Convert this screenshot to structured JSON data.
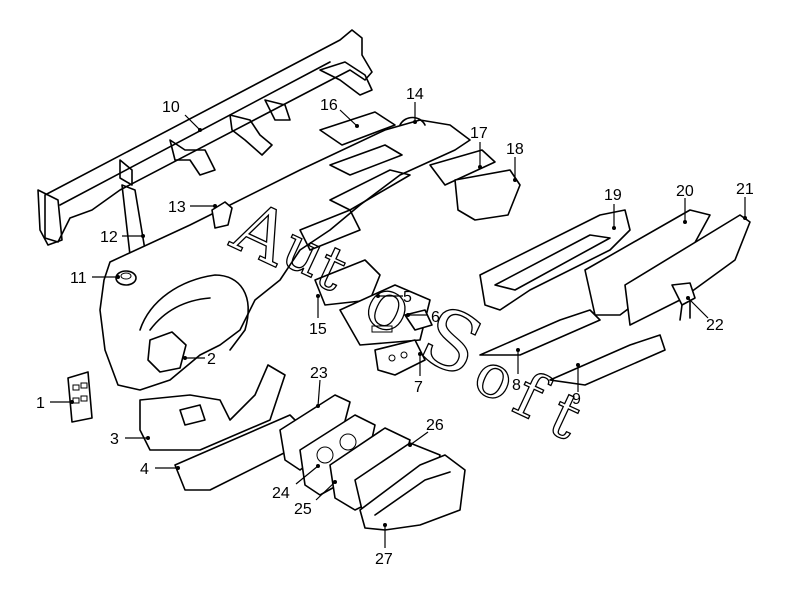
{
  "diagram": {
    "callouts": [
      "1",
      "2",
      "3",
      "4",
      "5",
      "6",
      "7",
      "8",
      "9",
      "10",
      "11",
      "12",
      "13",
      "14",
      "15",
      "16",
      "17",
      "18",
      "19",
      "20",
      "21",
      "22",
      "23",
      "24",
      "25",
      "26",
      "27"
    ],
    "watermark": [
      "A",
      "u",
      "t",
      "o",
      "S",
      "o",
      "f",
      "t"
    ]
  }
}
